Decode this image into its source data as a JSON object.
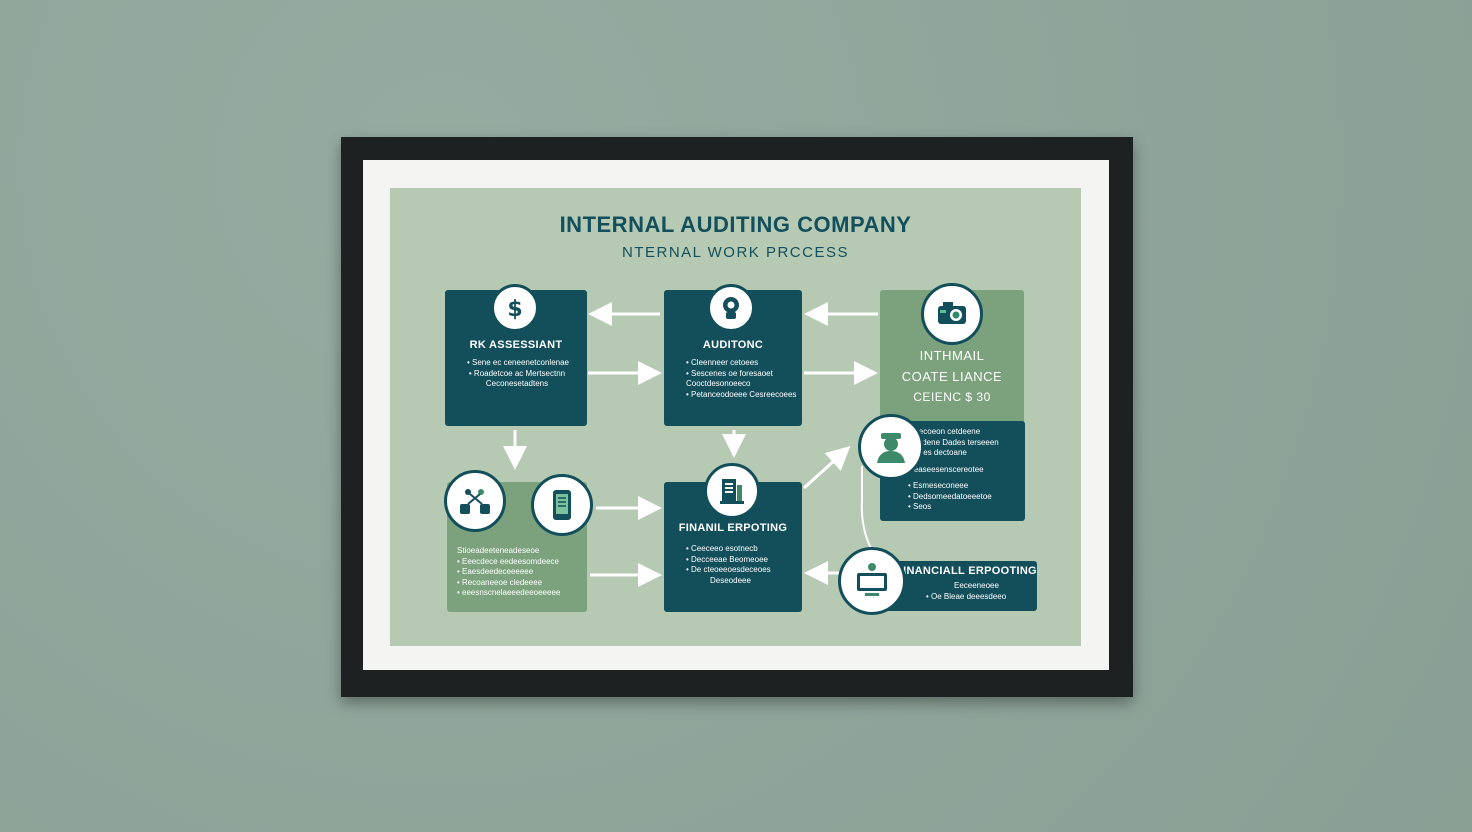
{
  "poster": {
    "title": "INTERNAL AUDITING COMPANY",
    "subtitle": "NTERNAL  WORK PRCCESS"
  },
  "boxes": {
    "risk": {
      "title": "RK ASSESSIANT",
      "lines": [
        "• Sene ec ceneenetconlenae",
        "• Roadetcoe ac Mertsectnn",
        "Ceconesetadtens"
      ]
    },
    "auditing": {
      "title": "AUDITONC",
      "lines": [
        "• Cleenneer cetoees",
        "• Sescenes oe foresaoet",
        "Cooctdesonoeeco",
        "• Petanceodoeee Cesreecoees"
      ]
    },
    "compliance": {
      "title_lines": [
        "INTHMAIL",
        "COATE LIANCE",
        "CEIENC $ 30"
      ]
    },
    "compliance_detail": {
      "lines": [
        "• Cecoeon cetdeene",
        "Eeodene Dades terseeen",
        "• Dees dectoane",
        "Deaseesenscereotee",
        "• Esmeseconeee",
        "• Dedsomeedatoeeetoe",
        "• Seos"
      ]
    },
    "left_lower": {
      "lines": [
        "Stioeadeeteneadeseoe",
        "• Eeecdece eedeesomdeece",
        "• Eaesdeedeceeeeee",
        "• Recoaneeoe cledeeee",
        "• eeesnscnelaeeedeeoeeeee"
      ]
    },
    "financial_center": {
      "title": "FINANIL ERPOTING",
      "lines": [
        "• Ceeceeo esotnecb",
        "• Decceeae Beomeoee",
        "• De cteoeeoesdeceoes",
        "Deseodeee"
      ]
    },
    "financial_right": {
      "title": "FINANCIALL ERPOOTING",
      "lines": [
        "Eeceeneoee",
        "• Oe Bleae deeesdeeo"
      ]
    }
  },
  "icons": [
    "dollar-icon",
    "auditor-icon",
    "camera-icon",
    "people-network-icon",
    "mobile-report-icon",
    "documents-icon",
    "person-icon",
    "monitor-icon"
  ],
  "colors": {
    "background": "#8fa69b",
    "frame": "#1d2121",
    "mat": "#f4f5f2",
    "poster": "#b6c9b3",
    "teal": "#134e5b",
    "green": "#7ba27c",
    "arrow": "#ffffff"
  }
}
